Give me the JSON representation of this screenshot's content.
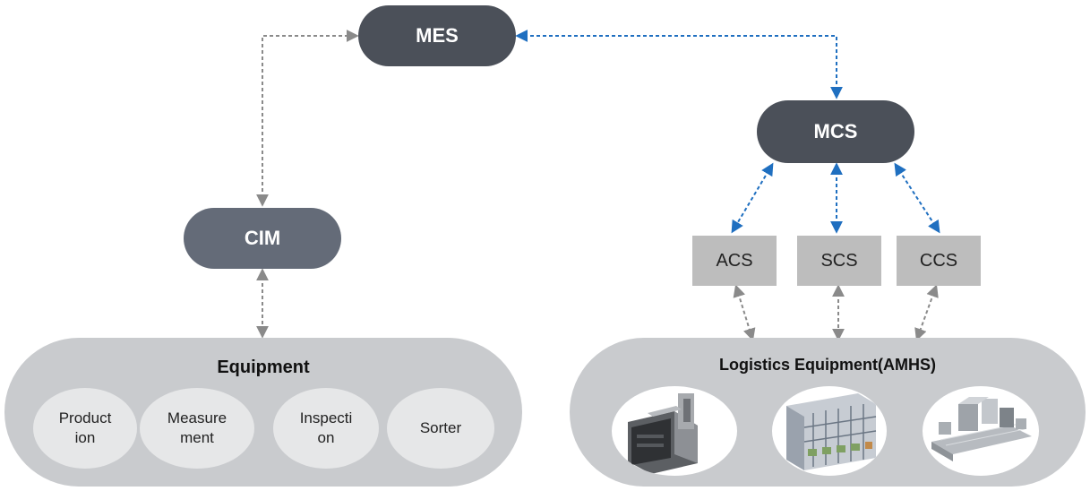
{
  "nodes": {
    "mes": "MES",
    "mcs": "MCS",
    "cim": "CIM"
  },
  "controllers": [
    "ACS",
    "SCS",
    "CCS"
  ],
  "equipment": {
    "title": "Equipment",
    "items": [
      "Product\nion",
      "Measure\nment",
      "Inspecti\non",
      "Sorter"
    ]
  },
  "logistics": {
    "title": "Logistics Equipment(AMHS)",
    "images": [
      "vehicle-machine-image",
      "stocker-rack-image",
      "conveyor-system-image"
    ]
  },
  "colors": {
    "dark_node": "#4b5059",
    "cim_node": "#646b78",
    "controller_box": "#bdbdbd",
    "group_bg": "#c9cbce",
    "circle_bg": "#e6e7e8",
    "gray_link": "#8a8a8a",
    "blue_link": "#1f6fc0"
  }
}
